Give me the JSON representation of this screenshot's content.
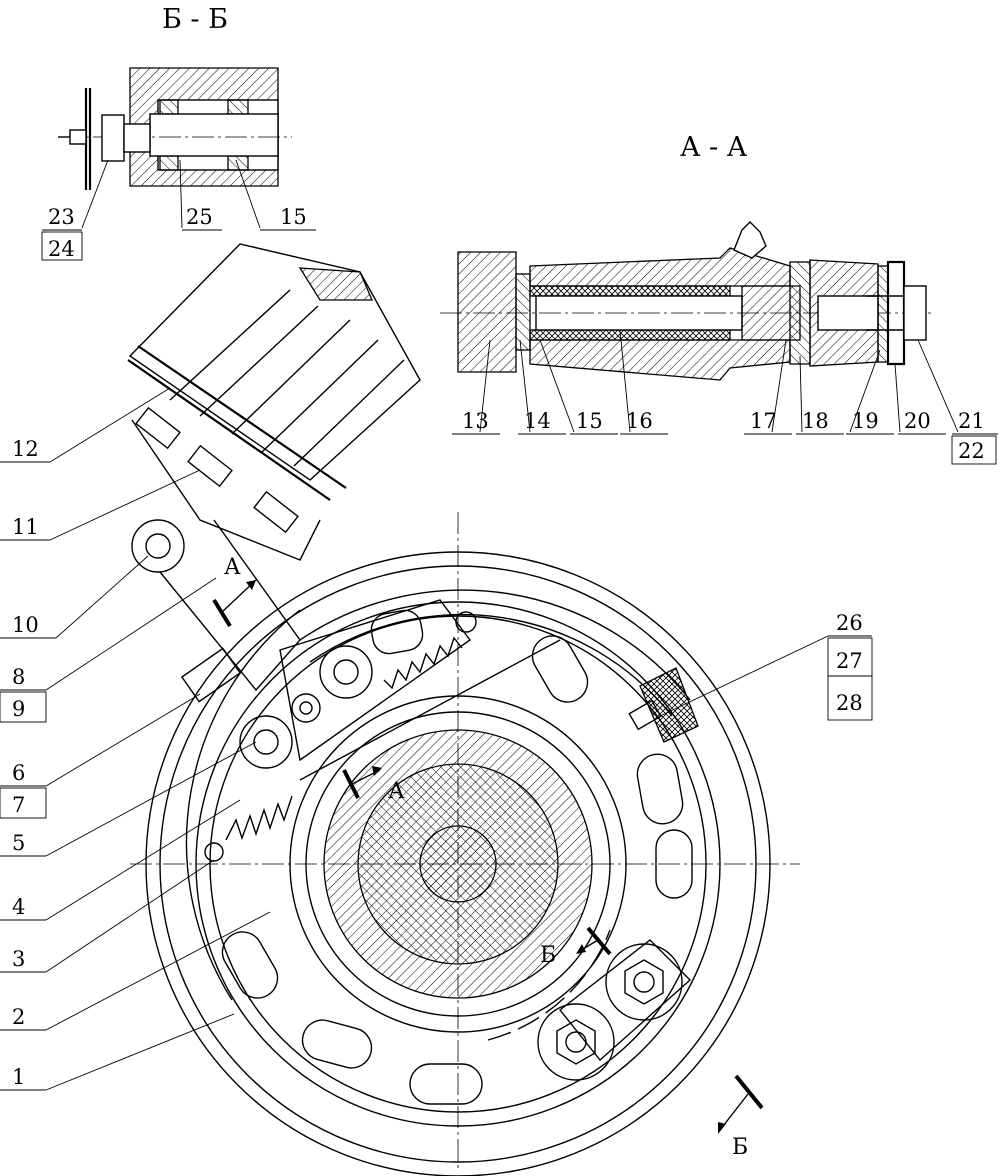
{
  "titles": {
    "section_bb": "Б - Б",
    "section_aa": "А - А"
  },
  "section_marks": {
    "a_upper": "А",
    "a_lower": "А",
    "b_upper": "Б",
    "b_lower": "Б"
  },
  "callouts_left": [
    "12",
    "11",
    "10",
    "8",
    "9",
    "6",
    "7",
    "5",
    "4",
    "3",
    "2",
    "1"
  ],
  "callouts_aa": [
    "13",
    "14",
    "15",
    "16",
    "17",
    "18",
    "19",
    "20",
    "21",
    "22"
  ],
  "callouts_bb": [
    "23",
    "24",
    "25",
    "15"
  ],
  "callouts_right": [
    "26",
    "27",
    "28"
  ]
}
